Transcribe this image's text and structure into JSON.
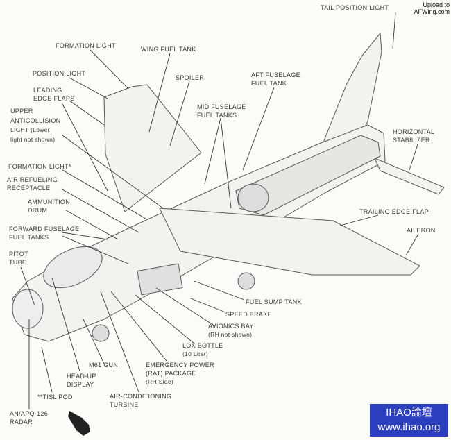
{
  "watermark": {
    "line1": "Upload to",
    "line2": "AFWing.com"
  },
  "badge": {
    "line1": "IHAO論壇",
    "line2": "www.ihao.org",
    "color": "#2b3fbf"
  },
  "labels": {
    "tail_position_light": "TAIL POSITION LIGHT",
    "formation_light": "FORMATION LIGHT",
    "wing_fuel_tank": "WING FUEL TANK",
    "position_light": "POSITION LIGHT",
    "spoiler": "SPOILER",
    "aft_fuselage_fuel_tank": [
      "AFT FUSELAGE",
      "FUEL TANK"
    ],
    "leading_edge_flaps": [
      "LEADING",
      "EDGE FLAPS"
    ],
    "upper_anticollision_light": [
      "UPPER",
      "ANTICOLLISION",
      "LIGHT (Lower",
      "light not shown)"
    ],
    "mid_fuselage_fuel_tanks": [
      "MID FUSELAGE",
      "FUEL TANKS"
    ],
    "horizontal_stabilizer": [
      "HORIZONTAL",
      "STABILIZER"
    ],
    "formation_light_star": "FORMATION LIGHT*",
    "air_refueling_receptacle": [
      "AIR REFUELING",
      "RECEPTACLE"
    ],
    "ammunition_drum": [
      "AMMUNITION",
      "DRUM"
    ],
    "trailing_edge_flap": "TRAILING EDGE FLAP",
    "forward_fuselage_fuel_tanks": [
      "FORWARD FUSELAGE",
      "FUEL TANKS"
    ],
    "aileron": "AILERON",
    "pitot_tube": [
      "PITOT",
      "TUBE"
    ],
    "fuel_sump_tank": "FUEL SUMP TANK",
    "speed_brake": "SPEED BRAKE",
    "avionics_bay": [
      "AVIONICS BAY",
      "(RH not shown)"
    ],
    "lox_bottle": [
      "LOX BOTTLE",
      "(10 Liter)"
    ],
    "m61_gun": "M61 GUN",
    "emergency_power": [
      "EMERGENCY POWER",
      "(RAT) PACKAGE",
      "(RH Side)"
    ],
    "head_up_display": [
      "HEAD-UP",
      "DISPLAY"
    ],
    "tisl_pod": "**TISL POD",
    "air_conditioning_turbine": [
      "AIR-CONDITIONING",
      "TURBINE"
    ],
    "radar": [
      "AN/APQ-126",
      "RADAR"
    ]
  },
  "icons": {
    "pointer": "pointing-hand-icon"
  }
}
